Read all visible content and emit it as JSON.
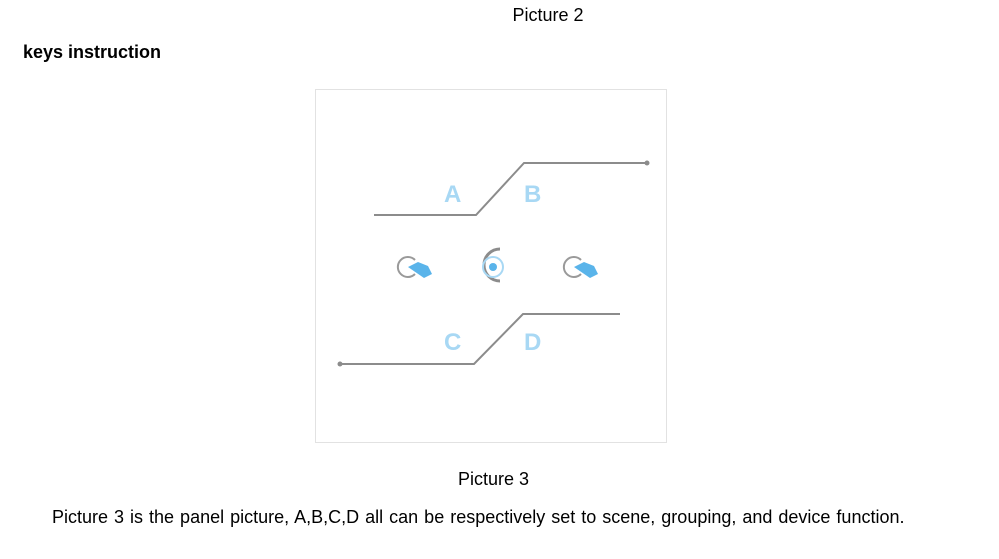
{
  "captions": {
    "top": "Picture 2",
    "bottom": "Picture 3"
  },
  "section": {
    "heading": "keys instruction"
  },
  "panel": {
    "keys": [
      "A",
      "B",
      "C",
      "D"
    ],
    "colors": {
      "line": "#8c8c8c",
      "letter": "#a8d8f4",
      "icon_accent": "#5ab4ea"
    },
    "icons": [
      "touch-hand-icon",
      "power-ring-icon",
      "touch-hand-icon"
    ]
  },
  "paragraph": {
    "text": "Picture 3 is the panel picture, A,B,C,D all can be respectively set to scene, grouping, and device function."
  }
}
